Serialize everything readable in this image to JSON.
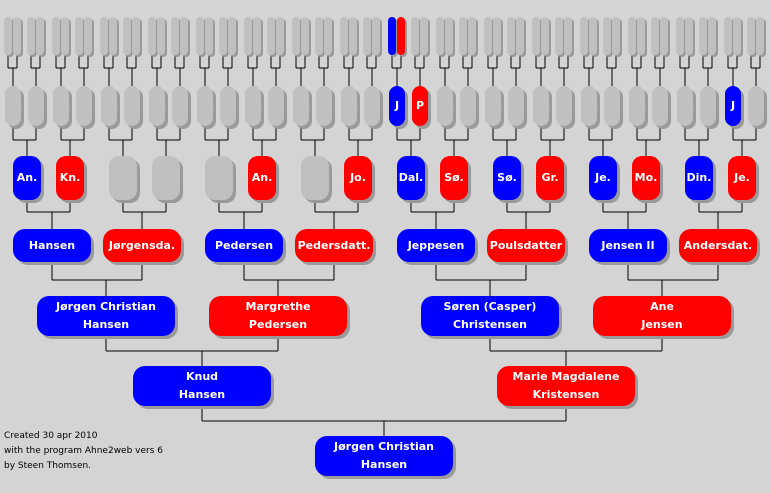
{
  "root": {
    "line1": "Jørgen Christian",
    "line2": "Hansen"
  },
  "parents": {
    "father": {
      "line1": "Knud",
      "line2": "Hansen"
    },
    "mother": {
      "line1": "Marie Magdalene",
      "line2": "Kristensen"
    }
  },
  "grandparents": [
    {
      "line1": "Jørgen Christian",
      "line2": "Hansen"
    },
    {
      "line1": "Margrethe",
      "line2": "Pedersen"
    },
    {
      "line1": "Søren (Casper)",
      "line2": "Christensen"
    },
    {
      "line1": "Ane",
      "line2": "Jensen"
    }
  ],
  "great_grandparents": [
    "Hansen",
    "Jørgensda.",
    "Pedersen",
    "Pedersdatt.",
    "Jeppesen",
    "Poulsdatter",
    "Jensen II",
    "Andersdat."
  ],
  "gen4": [
    "An.",
    "Kn.",
    "",
    "",
    "",
    "An.",
    "",
    "Jo.",
    "Dal.",
    "Sø.",
    "Sø.",
    "Gr.",
    "Je.",
    "Mo.",
    "Din.",
    "Je."
  ],
  "gen5": [
    "",
    "",
    "",
    "",
    "",
    "",
    "",
    "",
    "",
    "",
    "",
    "",
    "",
    "",
    "",
    "",
    "J",
    "P",
    "",
    "",
    "",
    "",
    "",
    "",
    "",
    "",
    "",
    "",
    "",
    "J",
    "",
    ""
  ],
  "credits": {
    "line1": "Created 30 apr 2010",
    "line2": "with the program Ahne2web vers 6",
    "line3": "by Steen Thomsen."
  },
  "colors": {
    "male": "#0000ff",
    "female": "#ff0000",
    "unknown": "#c0c0c0",
    "background": "#d4d4d4"
  }
}
